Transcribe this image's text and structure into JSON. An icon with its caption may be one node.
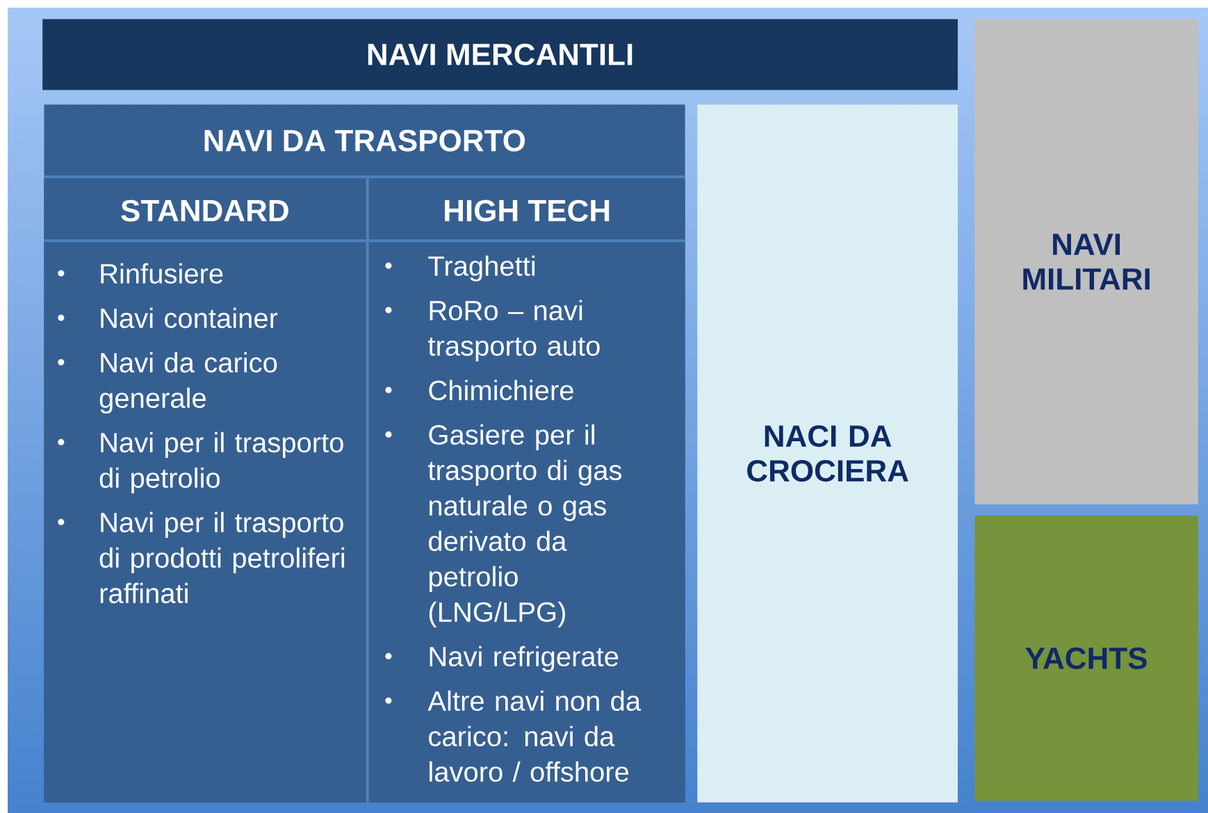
{
  "diagram": {
    "nodes": [
      {
        "text": [
          "NAVI MERCANTILI"
        ]
      },
      {
        "text": [
          "NAVI DA TRASPORTO"
        ]
      },
      {
        "text": [
          "STANDARD",
          "Rinfusiere",
          "Navi container",
          "Navi da carico generale",
          "Navi per il trasporto di petrolio",
          "Navi per il trasporto di prodotti petroliferi raffinati"
        ],
        "in": 1
      },
      {
        "text": [
          "HIGH TECH",
          "Traghetti",
          "RoRo – navi trasporto auto",
          "Chimichiere",
          "Gasiere per il trasporto di gas naturale o gas derivato da petrolio (LNG/LPG)",
          "Navi refrigerate",
          "Altre navi non da carico: navi da lavoro / offshore"
        ],
        "in": 1
      },
      {
        "text": [
          "NACI DA CROCIERA"
        ]
      },
      {
        "text": [
          "NAVI MILITARI"
        ]
      },
      {
        "text": [
          "YACHTS"
        ]
      }
    ]
  }
}
